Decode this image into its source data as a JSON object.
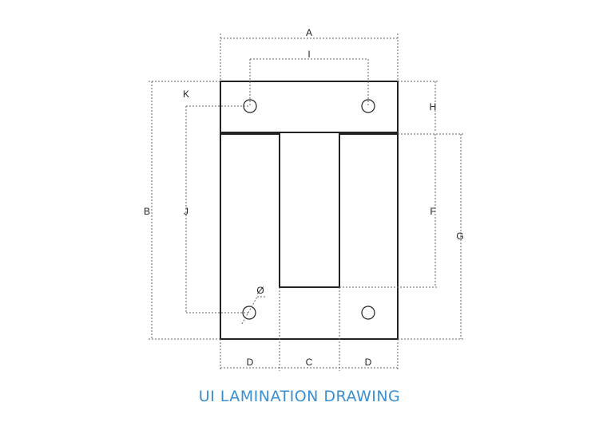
{
  "caption": "UI LAMINATION DRAWING",
  "labels": {
    "a": "A",
    "b": "B",
    "c": "C",
    "d_left": "D",
    "d_right": "D",
    "f": "F",
    "g": "G",
    "h": "H",
    "i": "I",
    "j": "J",
    "k": "K",
    "phi": "Ø"
  },
  "colors": {
    "caption": "#3a8fd0",
    "outline": "#222222",
    "dimension": "#666666"
  }
}
